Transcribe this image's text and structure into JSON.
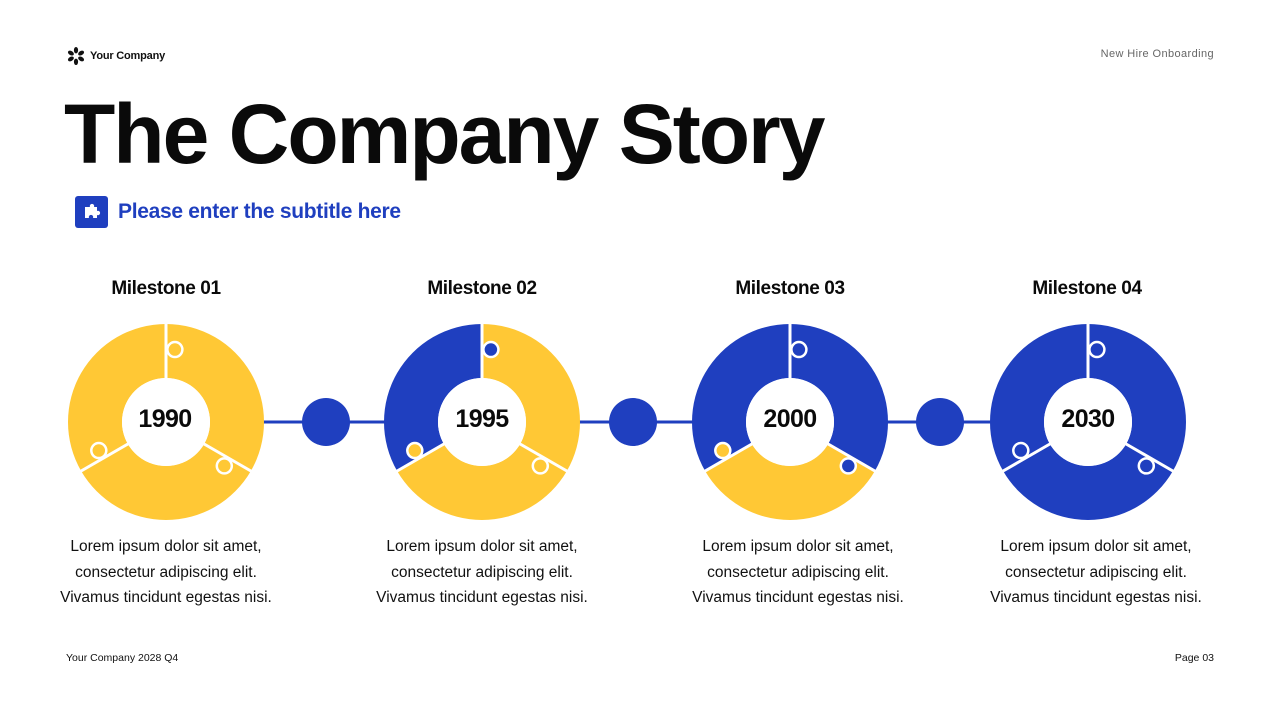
{
  "header": {
    "brand_name": "Your Company",
    "brand_icon": "asterisk-flower-icon",
    "right_text": "New Hire Onboarding"
  },
  "title": "The Company Story",
  "subtitle": {
    "icon": "puzzle-piece-icon",
    "text": "Please enter the subtitle here"
  },
  "colors": {
    "blue": "#1f3fbf",
    "yellow": "#ffc835",
    "text": "#0a0a0a"
  },
  "milestones": [
    {
      "label": "Milestone 01",
      "year": "1990",
      "progress_blue_segments": 0,
      "segments": [
        "yellow",
        "yellow",
        "yellow"
      ],
      "desc": [
        "Lorem ipsum dolor sit amet,",
        "consectetur adipiscing elit.",
        "Vivamus tincidunt egestas nisi."
      ]
    },
    {
      "label": "Milestone 02",
      "year": "1995",
      "progress_blue_segments": 1,
      "segments": [
        "yellow",
        "yellow",
        "blue"
      ],
      "desc": [
        "Lorem ipsum dolor sit amet,",
        "consectetur adipiscing elit.",
        "Vivamus tincidunt egestas nisi."
      ]
    },
    {
      "label": "Milestone 03",
      "year": "2000",
      "progress_blue_segments": 2,
      "segments": [
        "blue",
        "yellow",
        "blue"
      ],
      "desc": [
        "Lorem ipsum dolor sit amet,",
        "consectetur adipiscing elit.",
        "Vivamus tincidunt egestas nisi."
      ]
    },
    {
      "label": "Milestone 04",
      "year": "2030",
      "progress_blue_segments": 3,
      "segments": [
        "blue",
        "blue",
        "blue"
      ],
      "desc": [
        "Lorem ipsum dolor sit amet,",
        "consectetur adipiscing elit.",
        "Vivamus tincidunt egestas nisi."
      ]
    }
  ],
  "footer": {
    "left": "Your Company 2028 Q4",
    "right": "Page 03"
  }
}
